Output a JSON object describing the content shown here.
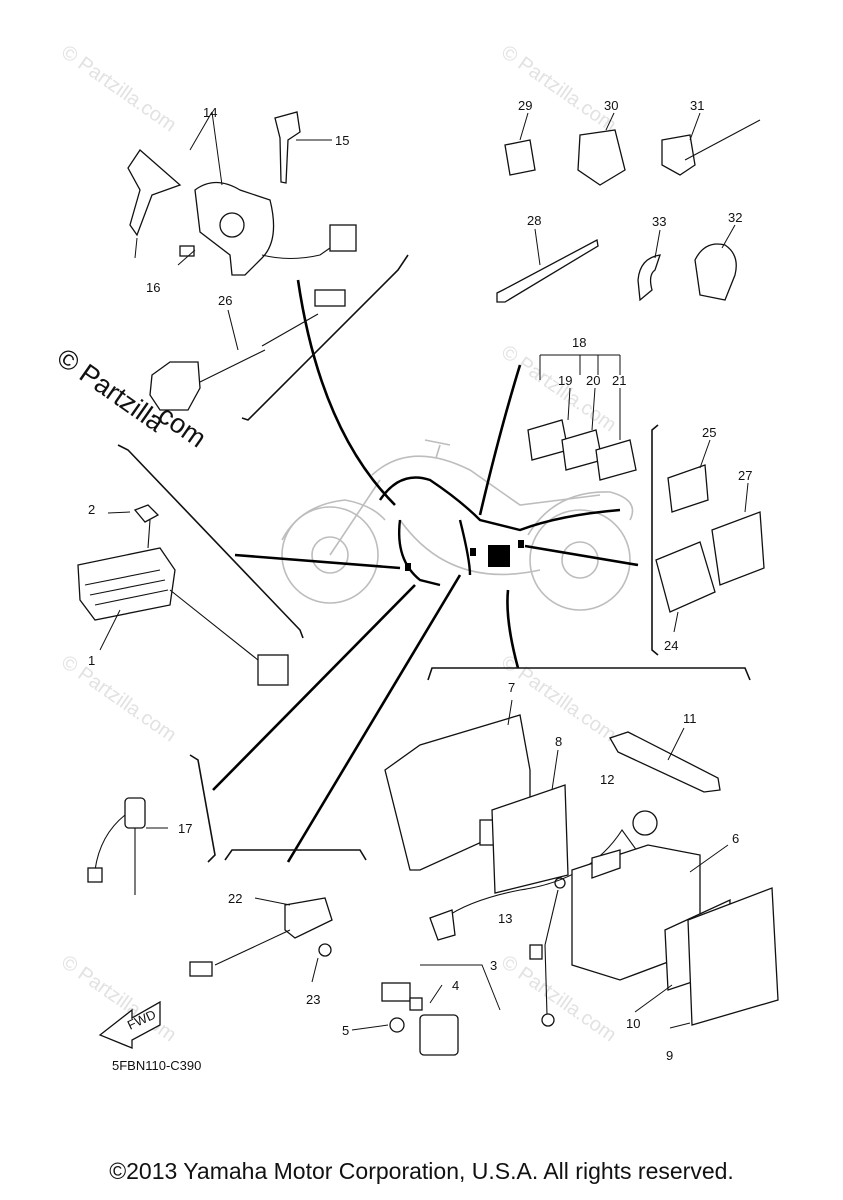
{
  "watermark": {
    "small": "© Partzilla.com",
    "big_line1": "© Partzilla",
    "big_line2": ".com"
  },
  "diagram_code": "5FBN110-C390",
  "fwd_label": "FWD",
  "copyright": "©2013 Yamaha Motor Corporation, U.S.A. All rights reserved.",
  "callouts": [
    {
      "id": "1",
      "text": "1"
    },
    {
      "id": "2",
      "text": "2"
    },
    {
      "id": "3",
      "text": "3"
    },
    {
      "id": "4",
      "text": "4"
    },
    {
      "id": "5",
      "text": "5"
    },
    {
      "id": "6",
      "text": "6"
    },
    {
      "id": "7",
      "text": "7"
    },
    {
      "id": "8",
      "text": "8"
    },
    {
      "id": "9",
      "text": "9"
    },
    {
      "id": "10",
      "text": "10"
    },
    {
      "id": "11",
      "text": "11"
    },
    {
      "id": "12",
      "text": "12"
    },
    {
      "id": "13",
      "text": "13"
    },
    {
      "id": "14",
      "text": "14"
    },
    {
      "id": "15",
      "text": "15"
    },
    {
      "id": "16",
      "text": "16"
    },
    {
      "id": "17",
      "text": "17"
    },
    {
      "id": "18",
      "text": "18"
    },
    {
      "id": "19",
      "text": "19"
    },
    {
      "id": "20",
      "text": "20"
    },
    {
      "id": "21",
      "text": "21"
    },
    {
      "id": "22",
      "text": "22"
    },
    {
      "id": "23",
      "text": "23"
    },
    {
      "id": "24",
      "text": "24"
    },
    {
      "id": "25",
      "text": "25"
    },
    {
      "id": "26",
      "text": "26"
    },
    {
      "id": "27",
      "text": "27"
    },
    {
      "id": "28",
      "text": "28"
    },
    {
      "id": "29",
      "text": "29"
    },
    {
      "id": "30",
      "text": "30"
    },
    {
      "id": "31",
      "text": "31"
    },
    {
      "id": "32",
      "text": "32"
    },
    {
      "id": "33",
      "text": "33"
    }
  ]
}
